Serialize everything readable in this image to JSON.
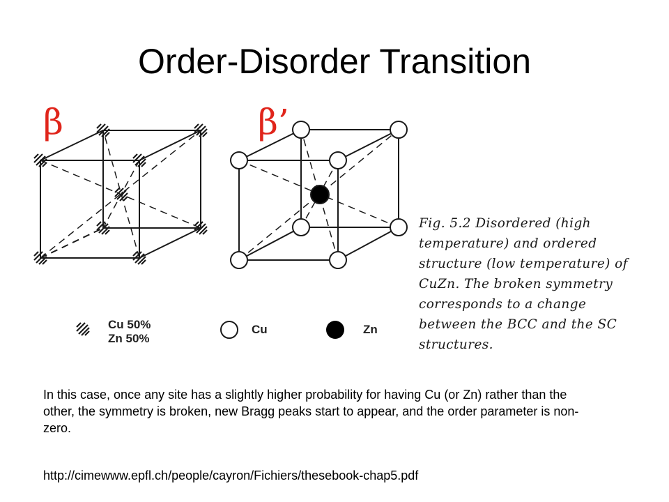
{
  "title": "Order-Disorder Transition",
  "structures": {
    "disordered_label": "β",
    "ordered_label": "β’"
  },
  "legend": {
    "mixed_site": "Cu 50%\nZn 50%",
    "cu": "Cu",
    "zn": "Zn"
  },
  "figure_caption": "Fig. 5.2 Disordered (high\ntemperature) and ordered\nstructure (low temperature) of\nCuZn. The broken symmetry\ncorresponds to a change\nbetween the BCC and the SC\nstructures.",
  "body_text": "In this case, once any site has a slightly higher probability for having Cu (or Zn) rather than the other, the symmetry is broken, new Bragg peaks start to appear, and the order parameter is non-zero.",
  "source_url": "http://cimewww.epfl.ch/people/cayron/Fichiers/thesebook-chap5.pdf",
  "colors": {
    "greek_label": "#e0251b",
    "lines": "#1a1a1a"
  },
  "icons": {
    "mixed_site": "hatched-circle-icon",
    "cu_site": "open-circle-icon",
    "zn_site": "filled-circle-icon"
  }
}
